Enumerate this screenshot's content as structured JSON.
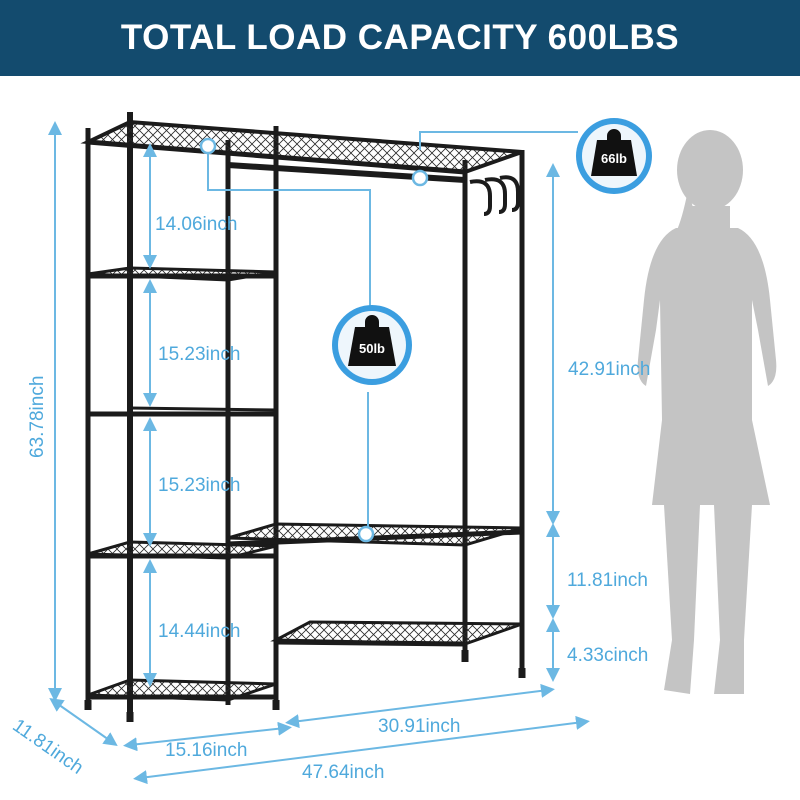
{
  "banner": {
    "title": "TOTAL LOAD CAPACITY 600LBS"
  },
  "colors": {
    "banner_bg": "#134b6e",
    "dimension": "#6cb8e3",
    "dimension_text": "#4fa9dc",
    "frame": "#1b1b1b",
    "silhouette": "#c4c4c4",
    "badge_ring": "#3b9ee0"
  },
  "badges": {
    "top_shelf_weight": "66lb",
    "hanging_rod_weight": "50lb"
  },
  "dimensions": {
    "total_height": "63.78inch",
    "depth": "11.81inch",
    "left_gap_1": "14.06inch",
    "left_gap_2": "15.23inch",
    "left_gap_3": "15.23inch",
    "left_gap_4": "14.44inch",
    "right_hanging_height": "42.91inch",
    "right_lower_gap": "11.81inch",
    "right_bottom_clearance": "4.33cinch",
    "left_width": "15.16inch",
    "right_width": "30.91inch",
    "total_width": "47.64inch"
  }
}
